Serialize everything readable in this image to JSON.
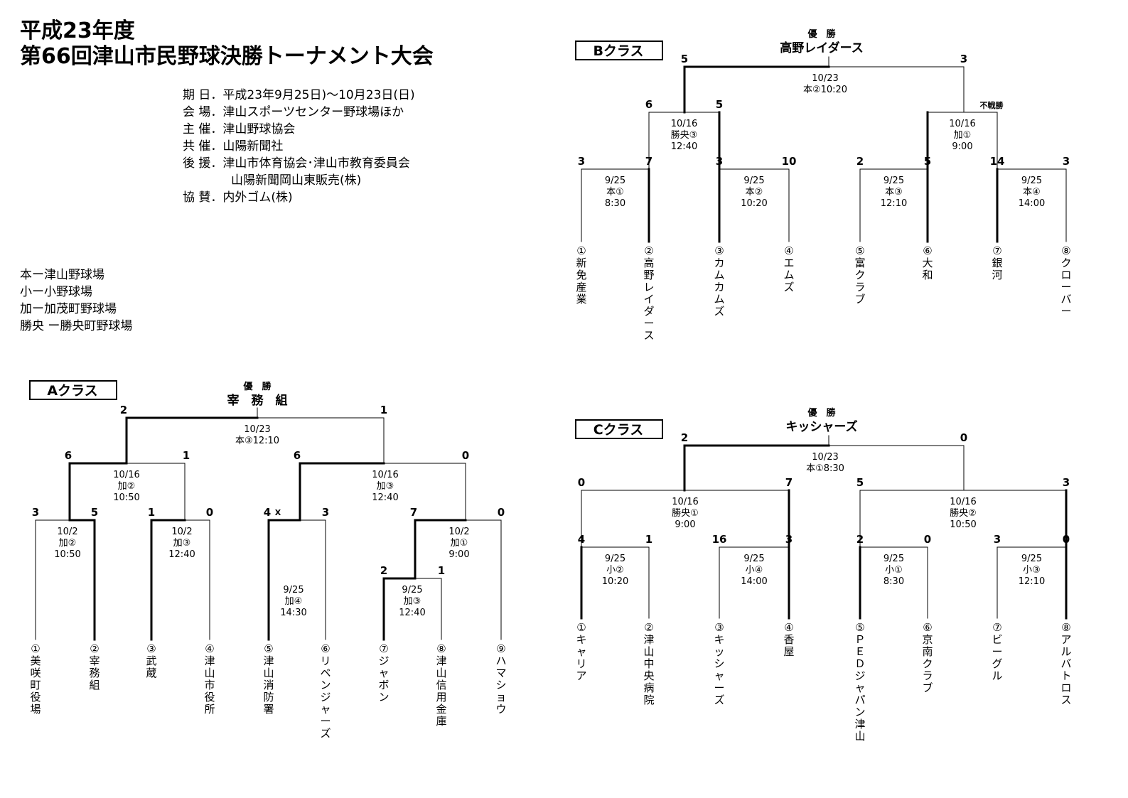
{
  "header": {
    "title_line1": "平成23年度",
    "title_line2": "第66回津山市民野球決勝トーナメント大会",
    "info": [
      "期 日．平成23年9月25日)～10月23日(日)",
      "会 場．津山スポーツセンター野球場ほか",
      "主 催．津山野球協会",
      "共 催．山陽新聞社",
      "後 援．津山市体育協会･津山市教育委員会",
      "　　　　山陽新聞岡山東販売(株)",
      "協 賛．内外ゴム(株)"
    ]
  },
  "legend": [
    "本ー津山野球場",
    "小ー小野球場",
    "加ー加茂町野球場",
    "勝央 ー勝央町野球場"
  ],
  "winner_label": "優　勝",
  "brackets": {
    "A": {
      "class_name": "Aクラス",
      "winner": "宰　務　組",
      "teams": [
        "①美咲町役場",
        "②宰務組",
        "③武蔵",
        "④津山市役所",
        "⑤津山消防署",
        "⑥リベンジャーズ",
        "⑦ジャボン",
        "⑧津山信用金庫",
        "⑨ハマショウ"
      ],
      "scores": {
        "r0": [
          "2",
          "1"
        ],
        "r1": [
          "6",
          "1",
          "6",
          "0"
        ],
        "r2": [
          "3",
          "5",
          "1",
          "0",
          "4",
          "3",
          "7",
          "0"
        ],
        "r3": [
          "2",
          "1"
        ]
      },
      "x_mark": "X",
      "game_info": {
        "final": [
          "10/23",
          "本③12:10"
        ],
        "sf1": [
          "10/16",
          "加②",
          "10:50"
        ],
        "sf2": [
          "10/16",
          "加③",
          "12:40"
        ],
        "q1": [
          "10/2",
          "加②",
          "10:50"
        ],
        "q2": [
          "10/2",
          "加③",
          "12:40"
        ],
        "q3": [
          "9/25",
          "加④",
          "14:30"
        ],
        "q4": [
          "10/2",
          "加①",
          "9:00"
        ],
        "q5": [
          "9/25",
          "加③",
          "12:40"
        ]
      }
    },
    "B": {
      "class_name": "Bクラス",
      "winner": "高野レイダース",
      "teams": [
        "①新免産業",
        "②高野レイダース",
        "③カムカムズ",
        "④エムズ",
        "⑤富クラブ",
        "⑥大和",
        "⑦銀河",
        "⑧クローバー"
      ],
      "scores": {
        "r0": [
          "5",
          "3"
        ],
        "r1": [
          "6",
          "5",
          "不戦勝"
        ],
        "r2": [
          "3",
          "7",
          "3",
          "10",
          "2",
          "5",
          "14",
          "3"
        ]
      },
      "game_info": {
        "final": [
          "10/23",
          "本②10:20"
        ],
        "sf1": [
          "10/16",
          "勝央③",
          "12:40"
        ],
        "sf2": [
          "10/16",
          "加①",
          "9:00"
        ],
        "q1": [
          "9/25",
          "本①",
          "8:30"
        ],
        "q2": [
          "9/25",
          "本②",
          "10:20"
        ],
        "q3": [
          "9/25",
          "本③",
          "12:10"
        ],
        "q4": [
          "9/25",
          "本④",
          "14:00"
        ]
      }
    },
    "C": {
      "class_name": "Cクラス",
      "winner": "キッシャーズ",
      "teams": [
        "①キャリア",
        "②津山中央病院",
        "③キッシャーズ",
        "④香屋",
        "⑤ＰＥＤジャパン津山",
        "⑥京南クラブ",
        "⑦ビーグル",
        "⑧アルバトロス"
      ],
      "scores": {
        "r0": [
          "2",
          "0"
        ],
        "r1": [
          "0",
          "7",
          "5",
          "3"
        ],
        "r2": [
          "4",
          "1",
          "16",
          "3",
          "2",
          "0",
          "3",
          "0"
        ]
      },
      "game_info": {
        "final": [
          "10/23",
          "本①8:30"
        ],
        "sf1": [
          "10/16",
          "勝央①",
          "9:00"
        ],
        "sf2": [
          "10/16",
          "勝央②",
          "10:50"
        ],
        "q1": [
          "9/25",
          "小②",
          "10:20"
        ],
        "q2": [
          "9/25",
          "小④",
          "14:00"
        ],
        "q3": [
          "9/25",
          "小①",
          "8:30"
        ],
        "q4": [
          "9/25",
          "小③",
          "12:10"
        ]
      }
    }
  }
}
